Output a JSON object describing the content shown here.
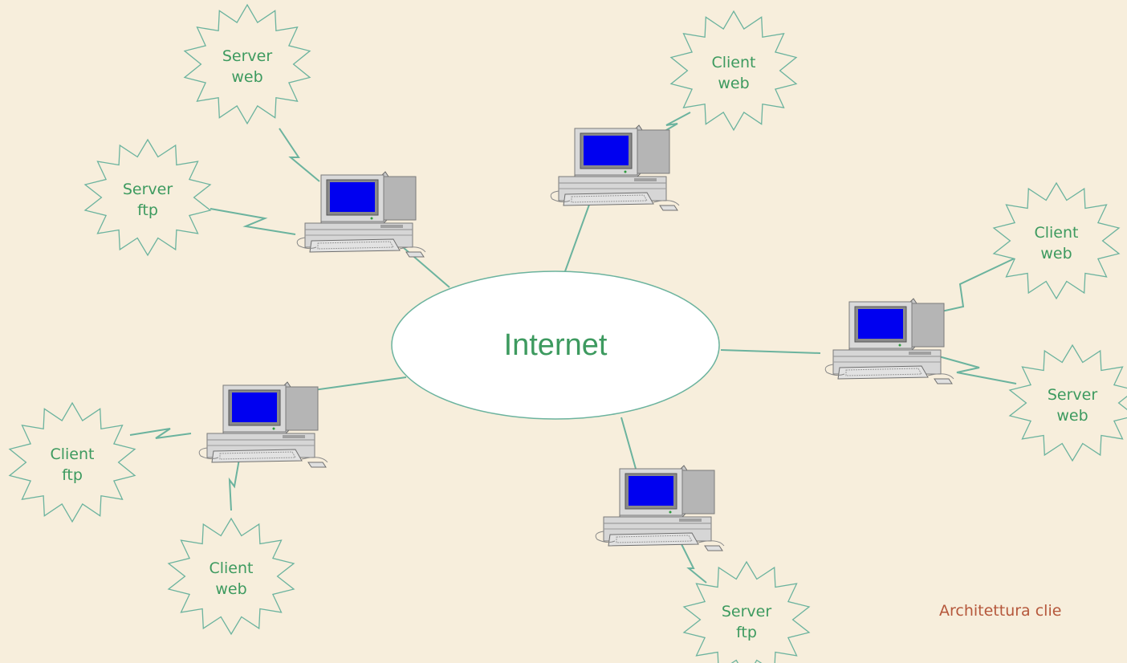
{
  "internet_label": "Internet",
  "caption": "Architettura clie",
  "colors": {
    "background": "#f7eedc",
    "line": "#6bb39e",
    "label_text": "#3d9a5f",
    "caption_text": "#b5573b",
    "screen": "#0000f0"
  },
  "bursts": [
    {
      "id": "server-web-top-left",
      "lines": [
        "Server",
        "web"
      ]
    },
    {
      "id": "server-ftp-left",
      "lines": [
        "Server",
        "ftp"
      ]
    },
    {
      "id": "client-web-top",
      "lines": [
        "Client",
        "web"
      ]
    },
    {
      "id": "client-web-right",
      "lines": [
        "Client",
        "web"
      ]
    },
    {
      "id": "server-web-right",
      "lines": [
        "Server",
        "web"
      ]
    },
    {
      "id": "client-ftp-bottom-left",
      "lines": [
        "Client",
        "ftp"
      ]
    },
    {
      "id": "client-web-bottom-left",
      "lines": [
        "Client",
        "web"
      ]
    },
    {
      "id": "server-ftp-bottom",
      "lines": [
        "Server",
        "ftp"
      ]
    }
  ],
  "computers": [
    {
      "id": "computer-top-left",
      "icon": "desktop-computer-icon"
    },
    {
      "id": "computer-top",
      "icon": "desktop-computer-icon"
    },
    {
      "id": "computer-right",
      "icon": "desktop-computer-icon"
    },
    {
      "id": "computer-bottom-left",
      "icon": "desktop-computer-icon"
    },
    {
      "id": "computer-bottom",
      "icon": "desktop-computer-icon"
    }
  ]
}
